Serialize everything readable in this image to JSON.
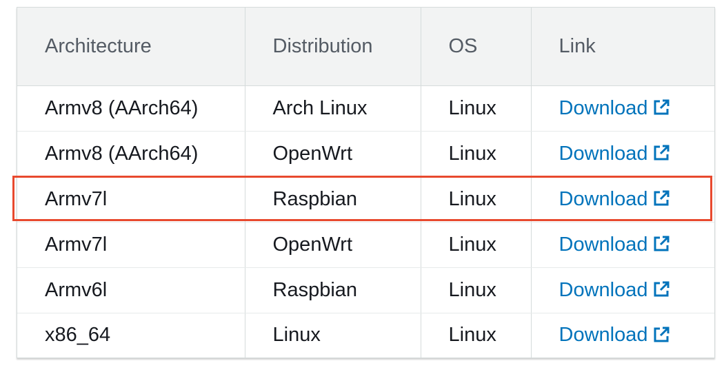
{
  "table": {
    "headers": [
      "Architecture",
      "Distribution",
      "OS",
      "Link"
    ],
    "rows": [
      {
        "architecture": "Armv8 (AArch64)",
        "distribution": "Arch Linux",
        "os": "Linux",
        "link": "Download"
      },
      {
        "architecture": "Armv8 (AArch64)",
        "distribution": "OpenWrt",
        "os": "Linux",
        "link": "Download"
      },
      {
        "architecture": "Armv7l",
        "distribution": "Raspbian",
        "os": "Linux",
        "link": "Download"
      },
      {
        "architecture": "Armv7l",
        "distribution": "OpenWrt",
        "os": "Linux",
        "link": "Download"
      },
      {
        "architecture": "Armv6l",
        "distribution": "Raspbian",
        "os": "Linux",
        "link": "Download"
      },
      {
        "architecture": "x86_64",
        "distribution": "Linux",
        "os": "Linux",
        "link": "Download"
      }
    ],
    "highlighted_row": 2,
    "link_icon": "external-link-icon"
  },
  "colors": {
    "header_bg": "#f2f3f3",
    "header_text": "#545b64",
    "body_text": "#16191f",
    "link": "#0073bb",
    "highlight_border": "#e8492e",
    "grid": "#d5dbdb"
  }
}
